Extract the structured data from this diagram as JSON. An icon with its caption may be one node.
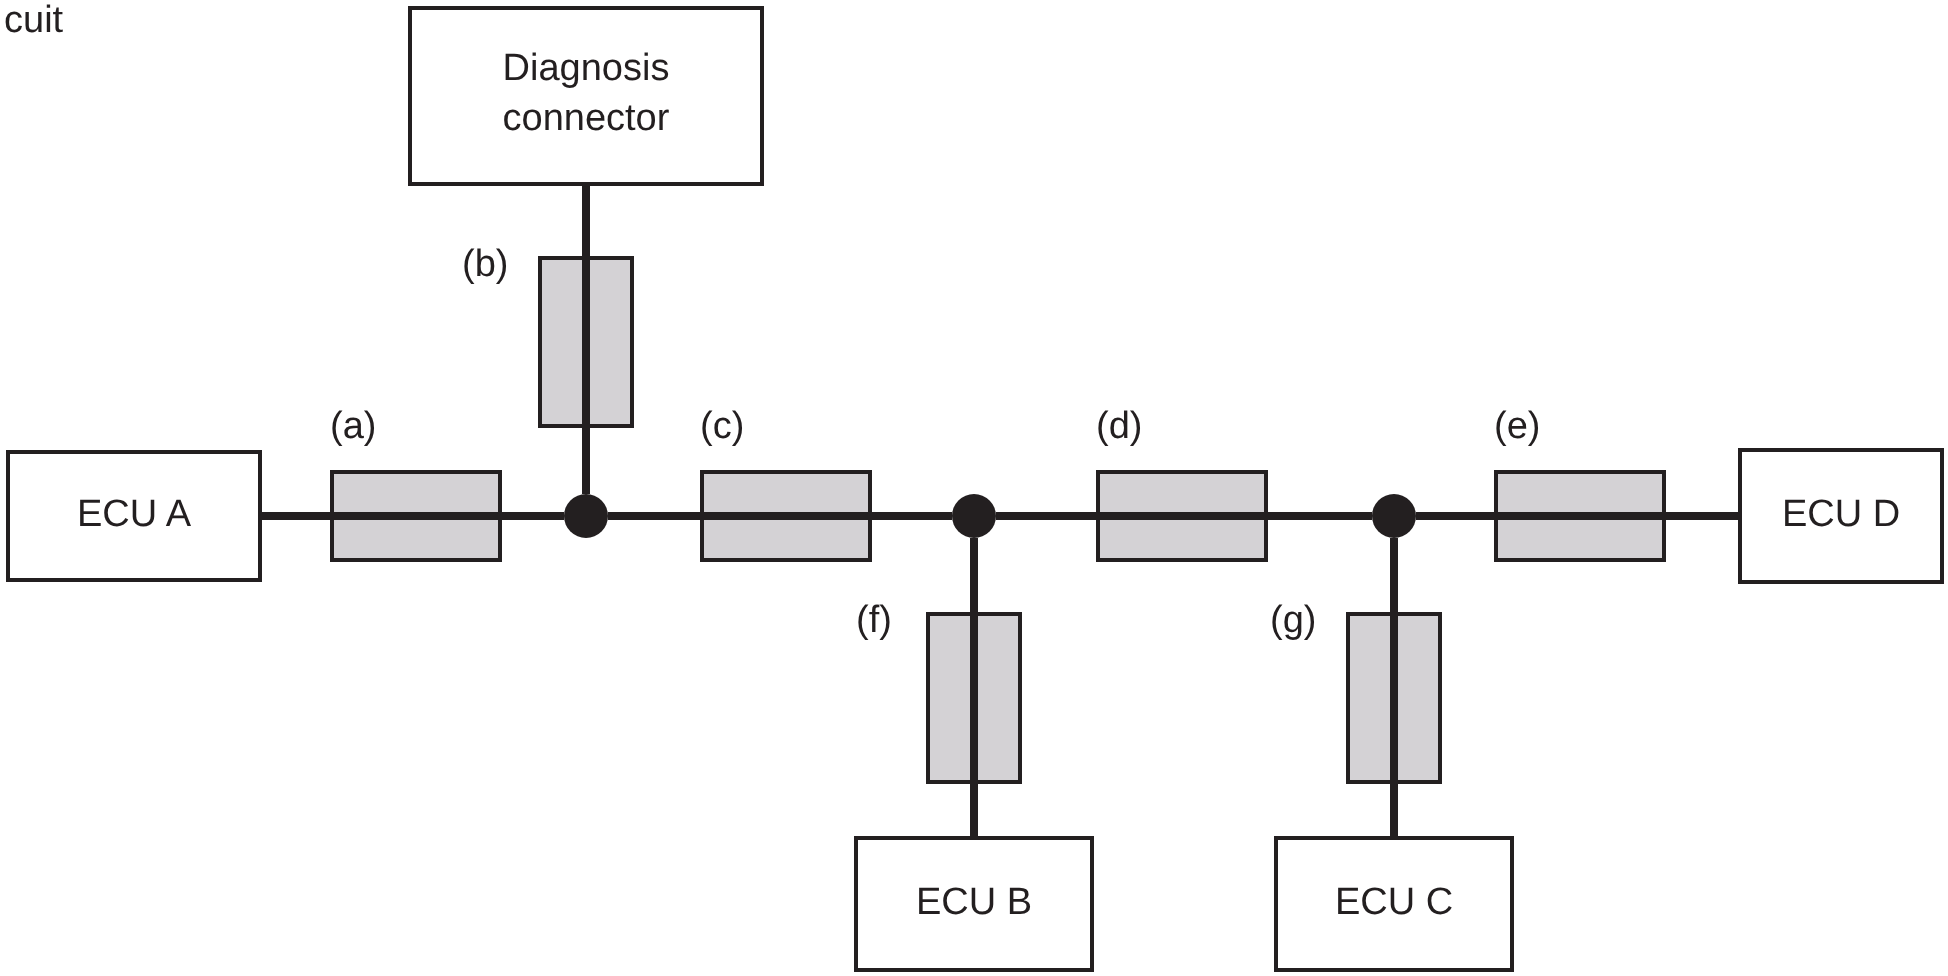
{
  "diagram": {
    "nodes": [
      {
        "text": [
          "ECU A"
        ]
      },
      {
        "text": [
          "Diagnosis connector"
        ]
      },
      {
        "text": [
          "ECU B"
        ]
      },
      {
        "text": [
          "ECU C"
        ]
      },
      {
        "text": [
          "ECU D"
        ]
      },
      {
        "text": [],
        "shape": "circle"
      },
      {
        "text": [],
        "shape": "circle"
      },
      {
        "text": [],
        "shape": "circle"
      },
      {
        "text": [],
        "shape": "box",
        "beside": [
          "(a)"
        ]
      },
      {
        "text": [],
        "shape": "box",
        "beside": [
          "(b)"
        ]
      },
      {
        "text": [],
        "shape": "box",
        "beside": [
          "(c)"
        ]
      },
      {
        "text": [],
        "shape": "box",
        "beside": [
          "(d)"
        ]
      },
      {
        "text": [],
        "shape": "box",
        "beside": [
          "(e)"
        ]
      },
      {
        "text": [],
        "shape": "box",
        "beside": [
          "(f)"
        ]
      },
      {
        "text": [],
        "shape": "box",
        "beside": [
          "(g)"
        ]
      }
    ],
    "edges": [
      {
        "from": 0,
        "to": 8,
        "arrow": "none"
      },
      {
        "from": 8,
        "to": 5,
        "arrow": "none"
      },
      {
        "from": 1,
        "to": 9,
        "arrow": "none"
      },
      {
        "from": 9,
        "to": 5,
        "arrow": "none"
      },
      {
        "from": 5,
        "to": 10,
        "arrow": "none"
      },
      {
        "from": 10,
        "to": 6,
        "arrow": "none"
      },
      {
        "from": 6,
        "to": 11,
        "arrow": "none"
      },
      {
        "from": 11,
        "to": 7,
        "arrow": "none"
      },
      {
        "from": 7,
        "to": 12,
        "arrow": "none"
      },
      {
        "from": 12,
        "to": 4,
        "arrow": "none"
      },
      {
        "from": 6,
        "to": 13,
        "arrow": "none"
      },
      {
        "from": 13,
        "to": 2,
        "arrow": "none"
      },
      {
        "from": 7,
        "to": 14,
        "arrow": "none"
      },
      {
        "from": 14,
        "to": 3,
        "arrow": "none"
      }
    ],
    "labels": [
      "cuit"
    ]
  }
}
